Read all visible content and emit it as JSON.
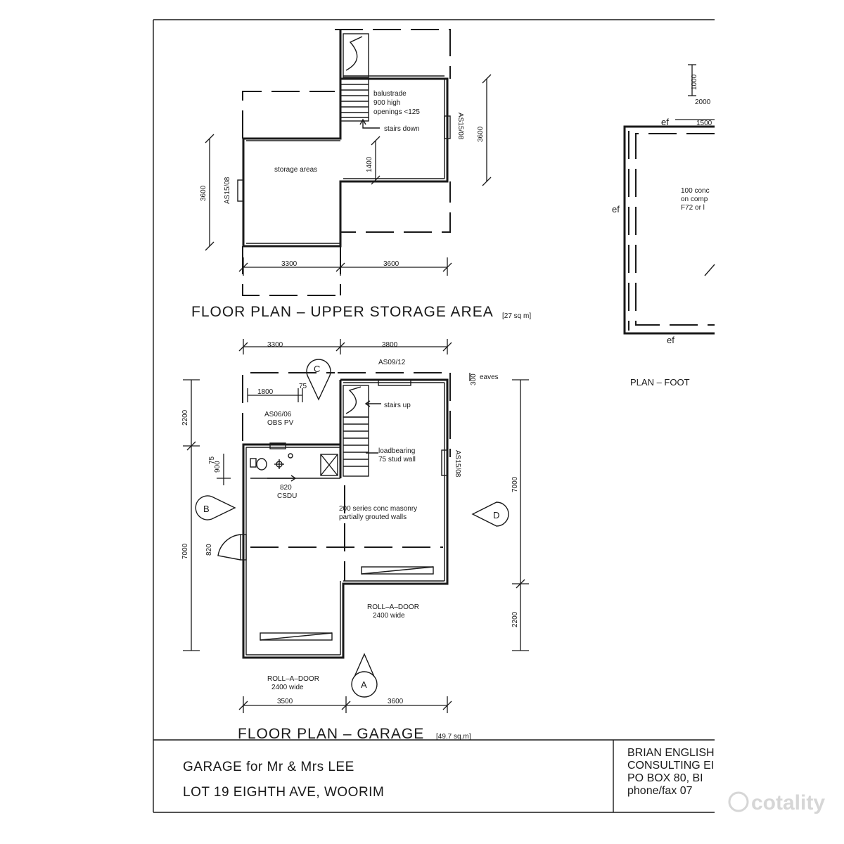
{
  "upper": {
    "title": "FLOOR PLAN – UPPER STORAGE AREA",
    "area": "[27 sq m]",
    "note_balustrade_1": "balustrade",
    "note_balustrade_2": "900 high",
    "note_balustrade_3": "openings <125",
    "note_stairs": "stairs down",
    "room_label": "storage areas",
    "dim_bottom_left": "3300",
    "dim_bottom_right": "3600",
    "dim_left": "3600",
    "dim_right": "3600",
    "dim_inner": "1400",
    "window_left": "AS15/08",
    "window_right": "AS15/08"
  },
  "garage": {
    "title": "FLOOR PLAN – GARAGE",
    "area": "[49.7 sq.m]",
    "dim_top_left": "3300",
    "dim_top_right": "3800",
    "dim_bottom_left": "3500",
    "dim_bottom_right": "3600",
    "dim_left_top": "2200",
    "dim_left_bottom": "7000",
    "dim_right_top": "7000",
    "dim_right_bottom": "2200",
    "dim_1800": "1800",
    "dim_75_a": "75",
    "dim_75_b": "75",
    "dim_900": "900",
    "dim_300": "300",
    "eaves": "eaves",
    "window_top": "AS09/12",
    "window_obs_1": "AS06/06",
    "window_obs_2": "OBS PV",
    "window_right": "AS15/08",
    "stairs_up": "stairs up",
    "loadbearing_1": "loadbearing",
    "loadbearing_2": "75 stud wall",
    "door_820": "820",
    "csdu": "CSDU",
    "door_820_side": "820",
    "masonry_1": "200 series conc masonry",
    "masonry_2": "partially grouted walls",
    "rolldoor_right_1": "ROLL–A–DOOR",
    "rolldoor_right_2": "2400 wide",
    "rolldoor_left_1": "ROLL–A–DOOR",
    "rolldoor_left_2": "2400 wide"
  },
  "markers": {
    "a": "A",
    "b": "B",
    "c": "C",
    "d": "D"
  },
  "footing": {
    "title": "PLAN – FOOT",
    "ef_top": "ef",
    "ef_left": "ef",
    "ef_bottom": "ef",
    "dim_1000": "1000",
    "dim_2000": "2000",
    "dim_1500": "1500",
    "note_1": "100 conc",
    "note_2": "on comp",
    "note_3": "F72 or l"
  },
  "titleblock": {
    "project_1": "GARAGE for Mr & Mrs LEE",
    "project_2": "LOT 19 EIGHTH AVE, WOORIM",
    "firm_1": "BRIAN ENGLISH",
    "firm_2": "CONSULTING EI",
    "firm_3": "PO BOX 80, BI",
    "firm_4": "phone/fax 07"
  },
  "watermark": {
    "text": "cotality"
  }
}
